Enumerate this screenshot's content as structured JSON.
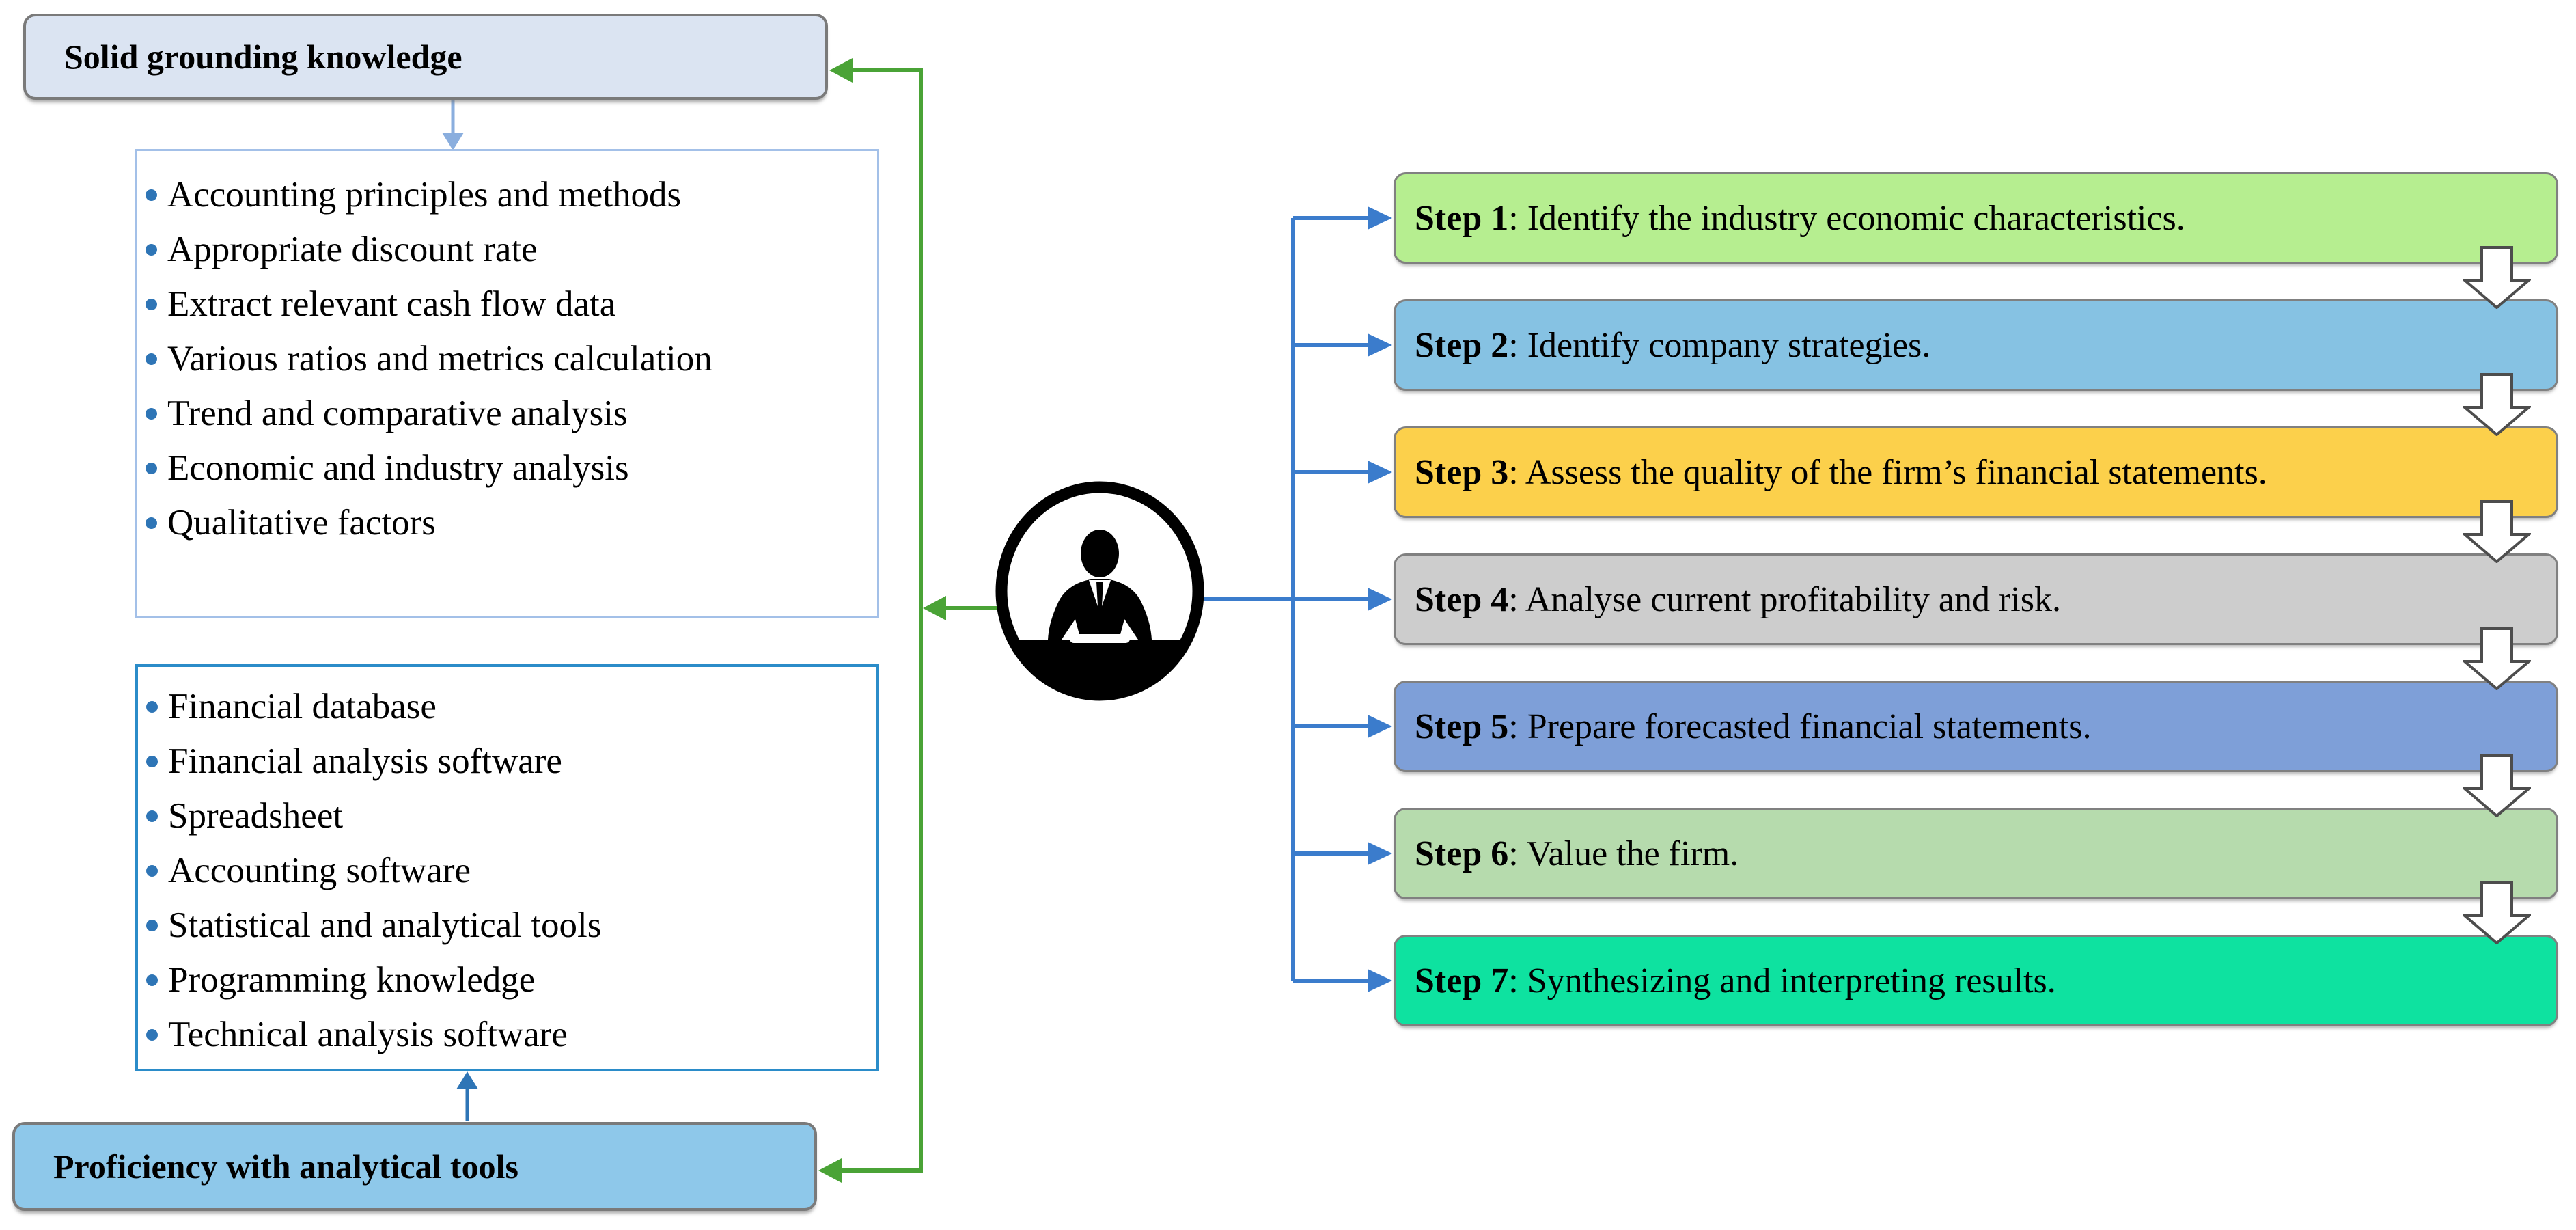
{
  "figure": {
    "background": "#ffffff",
    "left_panel": {
      "knowledge_box": {
        "title": "Solid grounding knowledge",
        "fill": "#dbe4f2",
        "border": "#7a7a7a"
      },
      "knowledge_list": [
        "Accounting principles and methods",
        "Appropriate discount rate",
        "Extract relevant cash flow data",
        "Various ratios and metrics calculation",
        "Trend and comparative analysis",
        "Economic and industry analysis",
        "Qualitative factors"
      ],
      "tools_box": {
        "title": "Proficiency with analytical tools",
        "fill": "#8ec8ea",
        "border": "#7a7a7a"
      },
      "tools_list": [
        "Financial database",
        "Financial analysis software",
        "Spreadsheet",
        "Accounting software",
        "Statistical and analytical tools",
        "Programming knowledge",
        "Technical analysis software"
      ],
      "bullet_color": "#2e75b6",
      "list_border_light": "#a3c0e8",
      "list_border_dark": "#2b8cc9"
    },
    "center": {
      "icon": "analyst-at-desk"
    },
    "steps": [
      {
        "label": "Step 1",
        "text": ": Identify the industry economic characteristics.",
        "fill": "#b6ee90"
      },
      {
        "label": "Step 2",
        "text": ": Identify company strategies.",
        "fill": "#86c2e3"
      },
      {
        "label": "Step 3",
        "text": ": Assess the quality of the firm’s financial statements.",
        "fill": "#fcd04b"
      },
      {
        "label": "Step 4",
        "text": ": Analyse current profitability and risk.",
        "fill": "#cdcdcd"
      },
      {
        "label": "Step 5",
        "text": ": Prepare forecasted financial statements.",
        "fill": "#7e9fd8"
      },
      {
        "label": "Step 6",
        "text": ": Value the firm.",
        "fill": "#b6dbad"
      },
      {
        "label": "Step 7",
        "text": ": Synthesizing and interpreting results.",
        "fill": "#0ee2a0"
      }
    ],
    "connectors": {
      "blue": "#3b7ccc",
      "green": "#4aa336",
      "light_blue_arrow": "#8aaede",
      "dark_blue_arrow": "#2e75b6",
      "flow_arrow_fill": "#ffffff",
      "flow_arrow_outline": "#4d4d4d"
    }
  }
}
